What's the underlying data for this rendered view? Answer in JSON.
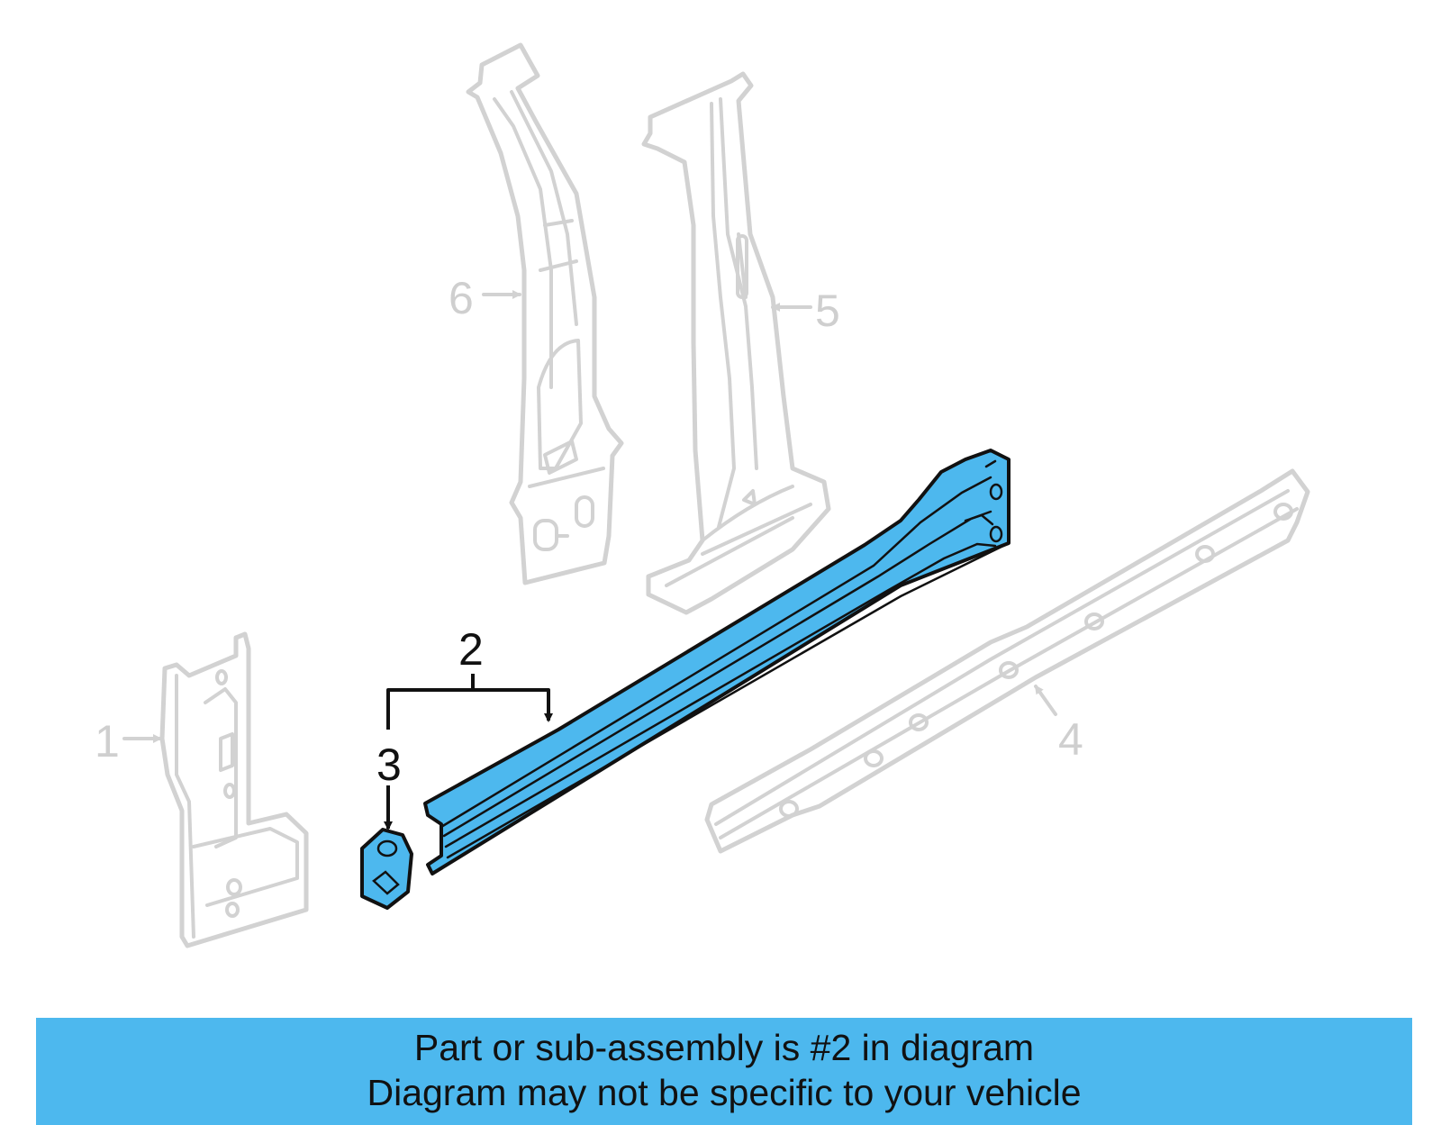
{
  "parts": [
    {
      "number": "1",
      "state": "ghosted"
    },
    {
      "number": "2",
      "state": "highlighted"
    },
    {
      "number": "3",
      "state": "highlighted"
    },
    {
      "number": "4",
      "state": "ghosted"
    },
    {
      "number": "5",
      "state": "ghosted"
    },
    {
      "number": "6",
      "state": "ghosted"
    }
  ],
  "banner": {
    "line1": "Part or sub-assembly is #2 in diagram",
    "line2": "Diagram may not be specific to your vehicle"
  },
  "colors": {
    "highlight": "#4db8ee",
    "banner": "#4db8ee",
    "ghost": "#d2d2d2",
    "outline": "#111111"
  }
}
